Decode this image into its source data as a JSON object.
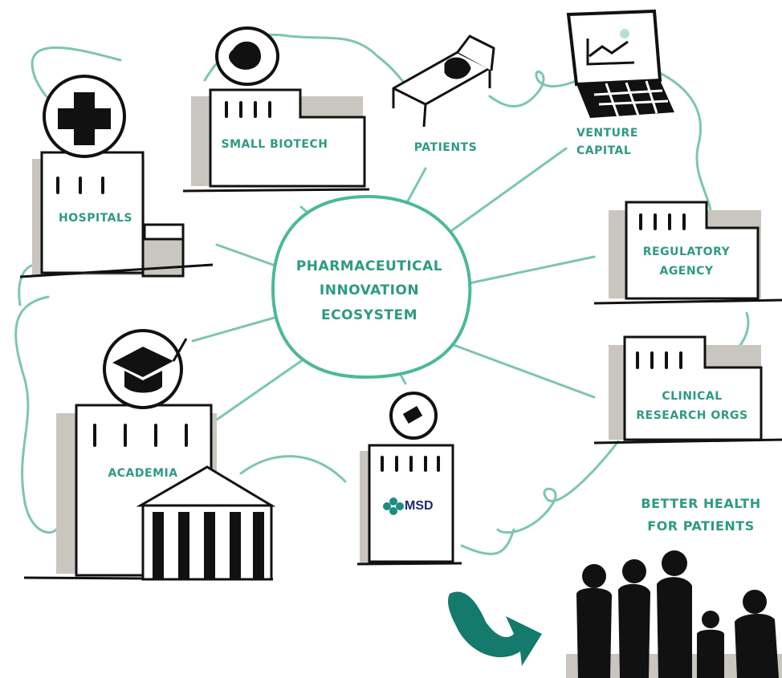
{
  "center": {
    "line1": "PHARMACEUTICAL",
    "line2": "INNOVATION",
    "line3": "ECOSYSTEM"
  },
  "nodes": {
    "hospitals": "HOSPITALS",
    "small_biotech": "SMALL BIOTECH",
    "patients": "PATIENTS",
    "venture_capital_1": "VENTURE",
    "venture_capital_2": "CAPITAL",
    "regulatory_1": "REGULATORY",
    "regulatory_2": "AGENCY",
    "cro_1": "CLINICAL",
    "cro_2": "RESEARCH ORGS",
    "academia": "ACADEMIA",
    "company": "MSD"
  },
  "outcome": {
    "line1": "BETTER HEALTH",
    "line2": "FOR PATIENTS"
  },
  "colors": {
    "accent": "#4bb89a",
    "accent_dark": "#2e9a82",
    "arrow": "#137a6c",
    "ink": "#111111",
    "shade": "#c9c6c0"
  }
}
